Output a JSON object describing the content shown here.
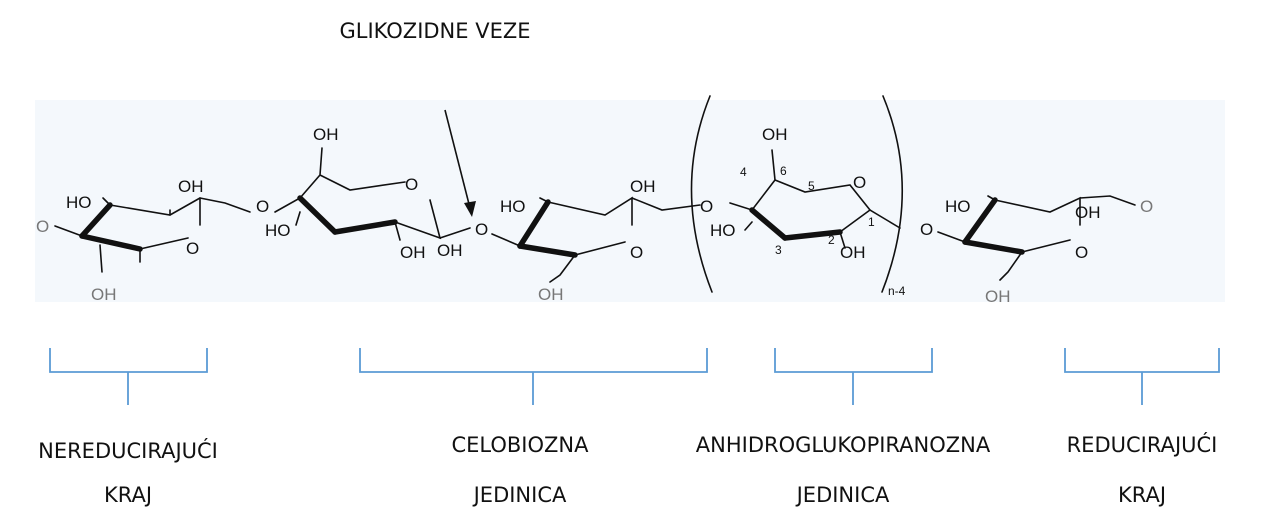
{
  "title": "GLIKOZIDNE VEZE",
  "groups": {
    "nonreducing": {
      "line1": "NEREDUCIRAJUĆI",
      "line2": "KRAJ"
    },
    "cellobiose": {
      "line1": "CELOBIOZNA",
      "line2": "JEDINICA"
    },
    "anhydro": {
      "line1": "ANHIDROGLUKOPIRANOZNA",
      "line2": "JEDINICA"
    },
    "reducing": {
      "line1": "REDUCIRAJUĆI",
      "line2": "KRAJ"
    }
  },
  "chem": {
    "oh": "OH",
    "ho": "HO",
    "o": "O",
    "ring_o": "O",
    "repeat_index": "n-4",
    "pos1": "1",
    "pos2": "2",
    "pos3": "3",
    "pos4": "4",
    "pos5": "5",
    "pos6": "6"
  },
  "colors": {
    "brace": "#5b9bd5",
    "structure_bg": "#f4f8fc"
  }
}
